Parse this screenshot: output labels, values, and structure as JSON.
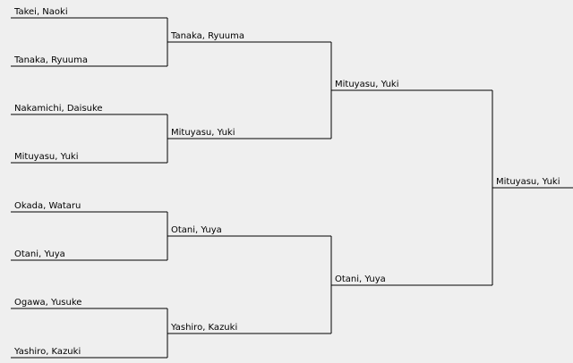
{
  "rounds": [
    {
      "entries": [
        "Takei, Naoki",
        "Tanaka, Ryuuma",
        "Nakamichi, Daisuke",
        "Mituyasu, Yuki",
        "Okada, Wataru",
        "Otani, Yuya",
        "Ogawa, Yusuke",
        "Yashiro, Kazuki"
      ]
    },
    {
      "entries": [
        "Tanaka, Ryuuma",
        "Mituyasu, Yuki",
        "Otani, Yuya",
        "Yashiro, Kazuki"
      ]
    },
    {
      "entries": [
        "Mituyasu, Yuki",
        "Otani, Yuya"
      ]
    },
    {
      "entries": [
        "Mituyasu, Yuki"
      ]
    }
  ]
}
